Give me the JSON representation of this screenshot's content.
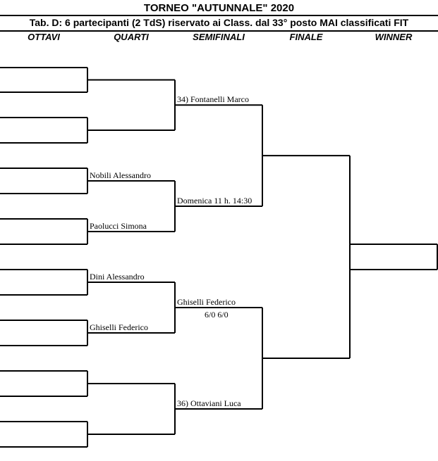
{
  "title": "TORNEO  \"AUTUNNALE\"  2020",
  "subtitle": "Tab. D: 6 partecipanti (2 TdS) riservato ai Class. dal 33° posto MAI classificati FIT",
  "rounds": [
    "OTTAVI",
    "QUARTI",
    "SEMIFINALI",
    "FINALE",
    "WINNER"
  ],
  "quarti": {
    "p3": "Nobili Alessandro",
    "p4": "Paolucci Simona",
    "p5": "Dini Alessandro",
    "p6": "Ghiselli Federico"
  },
  "semifinali": {
    "p1": "34) Fontanelli Marco",
    "p2": "Domenica 11 h. 14:30",
    "p3": "Ghiselli Federico",
    "p3_score": "6/0  6/0",
    "p4": "36) Ottaviani Luca"
  }
}
